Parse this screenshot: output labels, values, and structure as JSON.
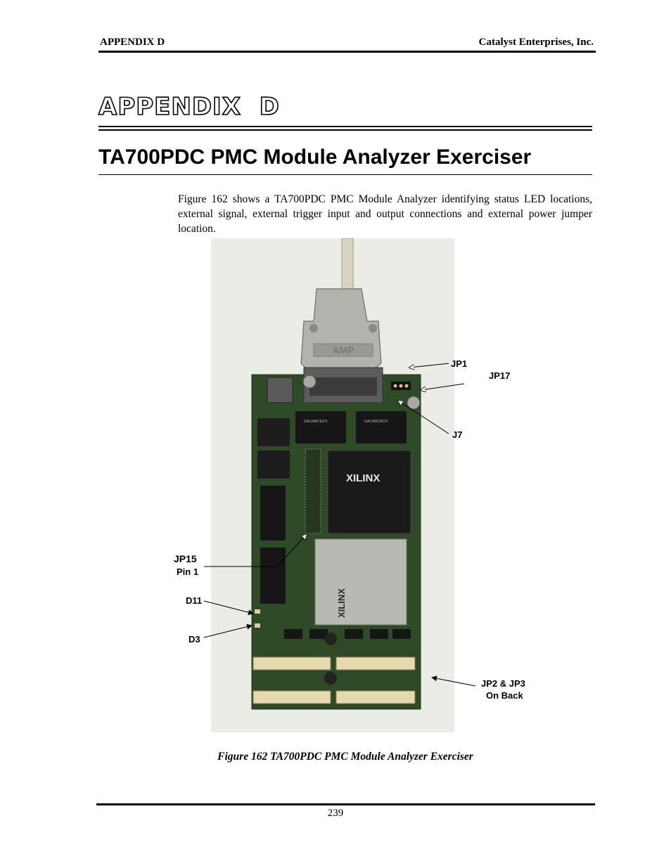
{
  "header": {
    "left": "APPENDIX D",
    "right": "Catalyst Enterprises, Inc."
  },
  "appendix_title": "APPENDIX  D",
  "section_title": "TA700PDC PMC Module Analyzer Exerciser",
  "body_text": "Figure 162 shows a TA700PDC PMC Module Analyzer identifying status LED locations, external signal, external trigger input and output connections and external power jumper location.",
  "figure": {
    "labels": {
      "jp1": "JP1",
      "jp17": "JP17",
      "j7": "J7",
      "jp15": "JP15",
      "pin1": "Pin 1",
      "d11": "D11",
      "d3": "D3",
      "jp2_jp3": "JP2 & JP3",
      "on_back": "On Back"
    },
    "board_markings": {
      "amp": "AMP",
      "xilinx_top": "XILINX",
      "xilinx_bottom": "XILINX",
      "chip_brand": "GALVANTECH"
    },
    "caption": "Figure  162  TA700PDC PMC Module Analyzer Exerciser"
  },
  "footer": {
    "page_number": "239"
  },
  "colors": {
    "board_green": "#2e4a26",
    "chip_black": "#161616",
    "connector_beige": "#e6d9b0",
    "metal_gray": "#a9a9a4",
    "photo_background": "#ecece6"
  }
}
